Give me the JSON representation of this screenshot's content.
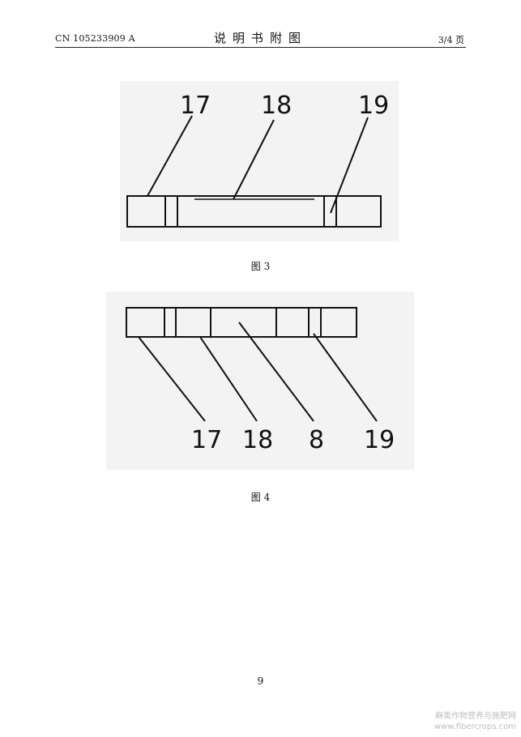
{
  "header": {
    "patent_number": "CN 105233909 A",
    "title": "说明书附图",
    "page_of": "3/4 页"
  },
  "figure3": {
    "caption": "图 3",
    "labels": {
      "a": "17",
      "b": "18",
      "c": "19"
    }
  },
  "figure4": {
    "caption": "图 4",
    "labels": {
      "a": "17",
      "b": "18",
      "c": "8",
      "d": "19"
    }
  },
  "page_number": "9",
  "watermark": {
    "line1": "麻类作物营养与施肥网",
    "line2": "www.fibercrops.com"
  }
}
